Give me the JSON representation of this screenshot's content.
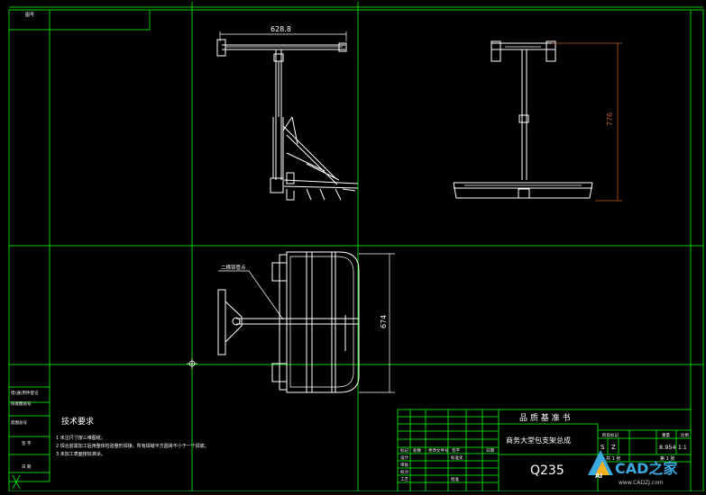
{
  "colors": {
    "background": "#000000",
    "frame": "#00d100",
    "geometry": "#ffffff",
    "dimension": "#c05a1a",
    "watermark_a": "#3aa9e0",
    "watermark_b": "#f0b020"
  },
  "dimensions": {
    "top_width": "628.8",
    "side_height": "776",
    "plan_height": "674"
  },
  "annotation": {
    "leader": "二横臂管点"
  },
  "left_strip": {
    "top_label": "图号",
    "label_1": "借(通)用件登记",
    "label_2": "旧底图总号",
    "label_3": "底图总号",
    "label_4": "签 字",
    "label_5": "日 期"
  },
  "tech": {
    "title": "技术要求",
    "item1": "1 未注尺寸按三维图纸；",
    "item2": "2 焊合前需加工后用整体检验整形焊接，所有焊缝平方圆滑不小于一个焊底；",
    "item3": "3 未加工表面按标准涂。"
  },
  "title_block": {
    "header": "品 质 基 准 书",
    "name": "商务大堂包支架总成",
    "material": "Q235",
    "stage_label": "阶段标记",
    "weight_label": "重量",
    "scale_label": "比例",
    "weight_value": "8.954",
    "scale_value": "1:1",
    "mark_s": "S",
    "mark_z": "Z",
    "sheet_total": "共 1 张",
    "sheet_num": "第 1 张",
    "rev_headers": [
      "标记",
      "处数",
      "更改文件号",
      "签字",
      "日期"
    ],
    "roles": [
      "设计",
      "审核",
      "校对",
      "工艺"
    ],
    "std_label": "标准化",
    "approve_label": "批准"
  },
  "watermark": {
    "logo": "AI",
    "text": "CAD之家",
    "url": "www.CADZJ.com"
  }
}
